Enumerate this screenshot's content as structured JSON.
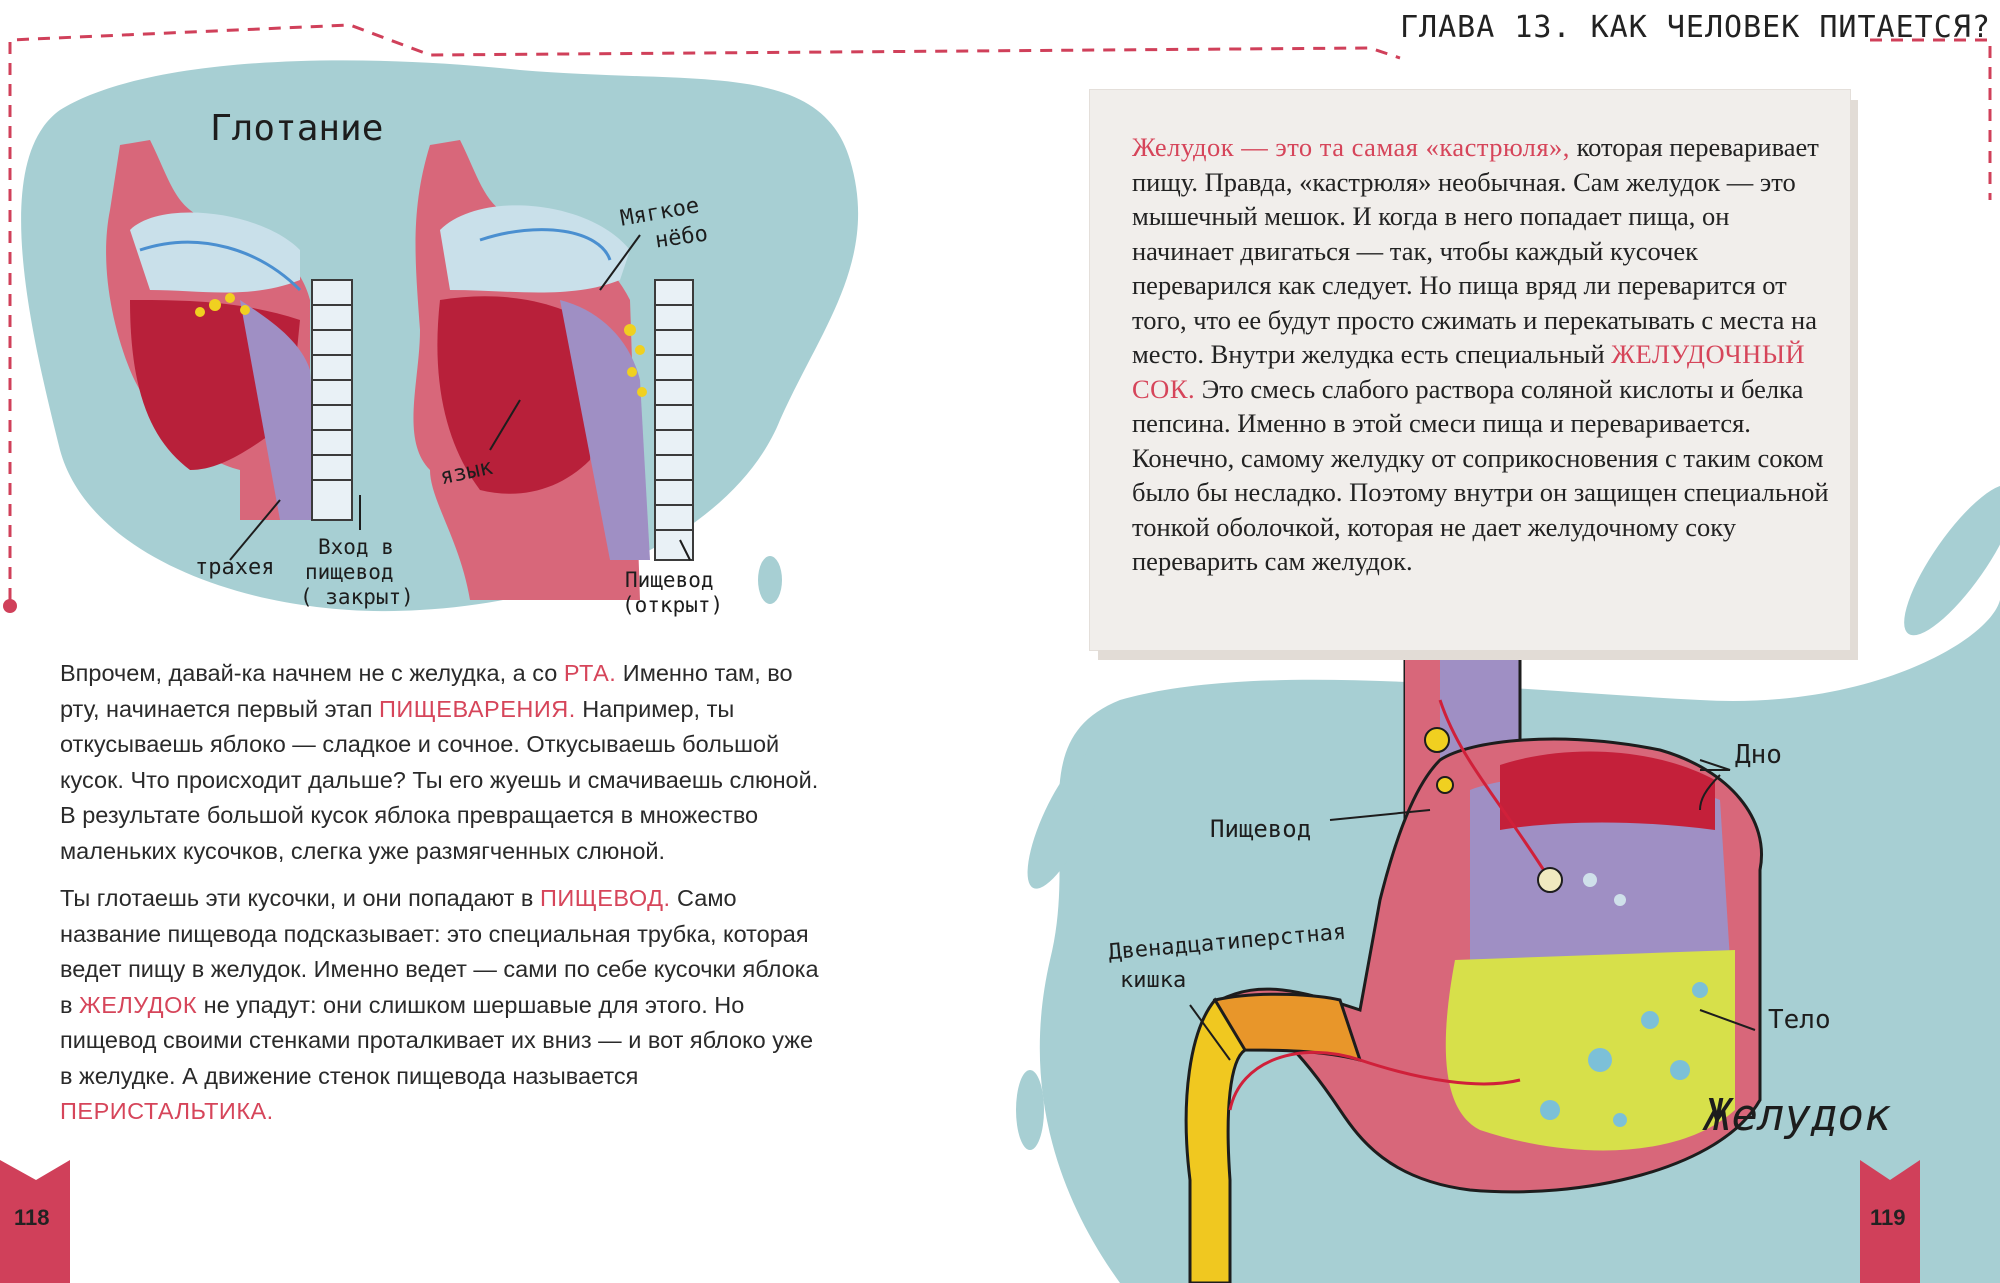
{
  "header": {
    "chapter_title": "ГЛАВА 13. КАК ЧЕЛОВЕК ПИТАЕТСЯ?"
  },
  "swallowing_illustration": {
    "title": "Глотание",
    "labels": {
      "soft_palate_1": "Мягкое",
      "soft_palate_2": "нёбо",
      "tongue": "язык",
      "trachea": "трахея",
      "entrance_1": "Вход в",
      "entrance_2": "пищевод",
      "entrance_3": "( закрыт)",
      "esophagus_open_1": "Пищевод",
      "esophagus_open_2": "(открыт)"
    }
  },
  "left_text": {
    "p1": {
      "t1": "Впрочем, давай-ка начнем не с желудка, а со ",
      "h1": "РТА.",
      "t2": " Именно там, во рту, начинается первый этап ",
      "h2": "ПИЩЕВАРЕНИЯ.",
      "t3": " Например, ты откусываешь яблоко — сладкое и сочное. Откусываешь большой кусок. Что происходит дальше? Ты его жуешь и смачиваешь слюной. В результате большой кусок яблока превращается в множество маленьких кусочков, слегка уже размягченных слюной."
    },
    "p2": {
      "t1": "Ты глотаешь эти кусочки, и они попадают в ",
      "h1": "ПИЩЕВОД.",
      "t2": " Само название пищевода подсказывает: это специальная трубка, которая ведет пищу в желудок. Именно ведет — сами по себе кусочки яблока в ",
      "h2": "ЖЕЛУДОК",
      "t3": " не упадут: они слишком шершавые для этого. Но пищевод своими стенками проталкивает их вниз — и вот яблоко уже в желудке. А движение стенок пищевода называется ",
      "h3": "ПЕРИСТАЛЬТИКА."
    }
  },
  "note": {
    "h1": "Желудок — это та самая «кастрюля»,",
    "t1": " которая переваривает пищу. Правда, «кастрюля» необычная. Сам желудок — это мышечный мешок. И когда в него попадает пища, он начинает двигаться — так, чтобы каждый кусочек переварился как следует. Но пища вряд ли переварится от того, что ее будут просто сжимать и перекатывать с места на место. Внутри желудка есть специальный ",
    "h2": "ЖЕЛУДОЧНЫЙ СОК.",
    "t2": " Это смесь слабого раствора соляной кислоты и белка пепсина. Именно в этой смеси пища и переваривается. Конечно, самому желудку от соприкосновения с таким соком было бы несладко. Поэтому внутри он защищен специальной тонкой оболочкой, которая не дает желудочному соку переварить сам желудок."
  },
  "stomach_illustration": {
    "labels": {
      "fundus": "Дно",
      "esophagus": "Пищевод",
      "duodenum_1": "Двенадцатиперстная",
      "duodenum_2": "кишка",
      "body": "Тело",
      "stomach": "Желудок"
    }
  },
  "pages": {
    "left": "118",
    "right": "119"
  },
  "colors": {
    "accent": "#d6455a",
    "teal": "#a7cfd3",
    "dash": "#d0405a"
  }
}
